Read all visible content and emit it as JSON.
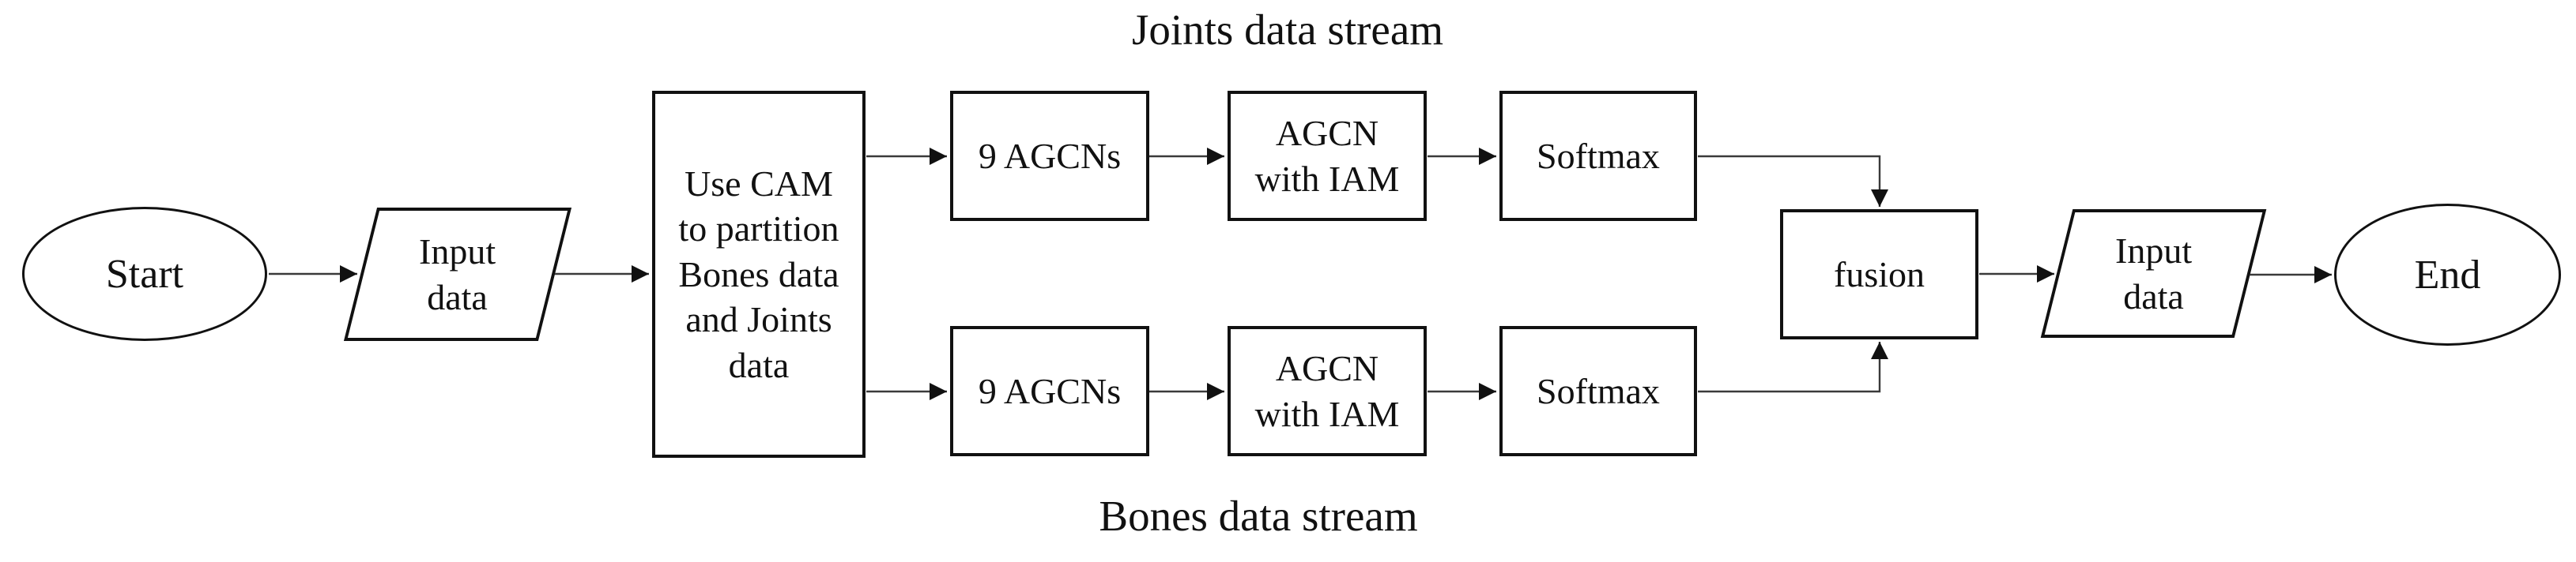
{
  "diagram": {
    "title_top": "Joints data stream",
    "title_bottom": "Bones data stream",
    "nodes": {
      "start": {
        "shape": "ellipse",
        "label": "Start"
      },
      "input_left": {
        "shape": "parallelogram",
        "label": "Input\ndata"
      },
      "use_cam": {
        "shape": "rectangle",
        "label": "Use CAM\nto partition\nBones data\nand Joints\ndata"
      },
      "agcns_top": {
        "shape": "rectangle",
        "label": "9 AGCNs"
      },
      "agcn_iam_top": {
        "shape": "rectangle",
        "label": "AGCN\nwith IAM"
      },
      "softmax_top": {
        "shape": "rectangle",
        "label": "Softmax"
      },
      "agcns_bottom": {
        "shape": "rectangle",
        "label": "9 AGCNs"
      },
      "agcn_iam_bottom": {
        "shape": "rectangle",
        "label": "AGCN\nwith IAM"
      },
      "softmax_bottom": {
        "shape": "rectangle",
        "label": "Softmax"
      },
      "fusion": {
        "shape": "rectangle",
        "label": "fusion"
      },
      "input_right": {
        "shape": "parallelogram",
        "label": "Input\ndata"
      },
      "end": {
        "shape": "ellipse",
        "label": "End"
      }
    },
    "flow": [
      "start -> input_left -> use_cam",
      "use_cam -> agcns_top -> agcn_iam_top -> softmax_top -> fusion",
      "use_cam -> agcns_bottom -> agcn_iam_bottom -> softmax_bottom -> fusion",
      "fusion -> input_right -> end"
    ],
    "colors": {
      "background": "#ffffff",
      "shape_border": "#111111",
      "connector": "#3a3a3a",
      "text": "#111111"
    }
  }
}
